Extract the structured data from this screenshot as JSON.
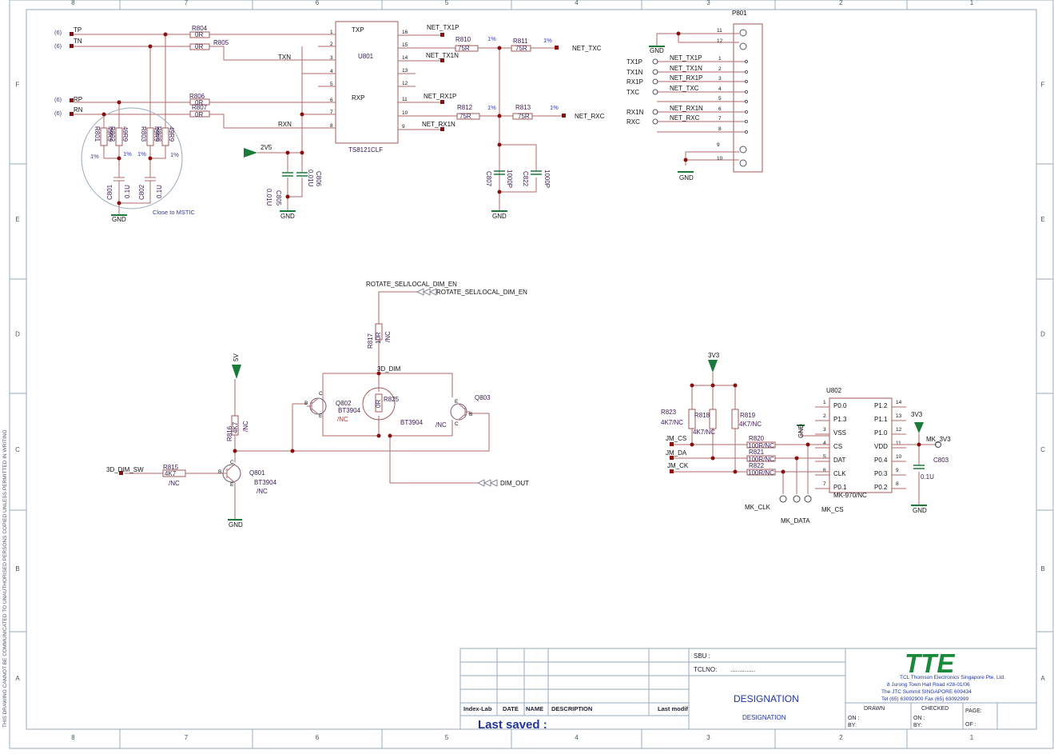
{
  "frame": {
    "col_labels": [
      "8",
      "7",
      "6",
      "5",
      "4",
      "3",
      "2",
      "1"
    ],
    "row_labels": [
      "F",
      "E",
      "D",
      "C",
      "B",
      "A"
    ],
    "side_text": "THIS DRAWING CANNOT BE COMMUNICATED TO UNAUTHORISED PERSONS COPIED UNLESS PERMITTED IN WRITING"
  },
  "u801": {
    "ref": "U801",
    "part": "TS8121CLF",
    "left_pins": [
      {
        "n": "1",
        "name": "TXP"
      },
      {
        "n": "2",
        "name": ""
      },
      {
        "n": "3",
        "name": ""
      },
      {
        "n": "4",
        "name": ""
      },
      {
        "n": "5",
        "name": ""
      },
      {
        "n": "6",
        "name": "RXP"
      },
      {
        "n": "7",
        "name": ""
      },
      {
        "n": "8",
        "name": ""
      }
    ],
    "right_pins": [
      "16",
      "15",
      "14",
      "13",
      "12",
      "11",
      "10",
      "9"
    ],
    "left_nets": {
      "tp": "TP",
      "tn": "TN",
      "rp": "RP",
      "rn": "RN",
      "txn": "TXN",
      "rxn": "RXN",
      "p6": "(6)"
    },
    "right_nets": {
      "tx1p": "NET_TX1P",
      "tx1n": "NET_TX1N",
      "rx1p": "NET_RX1P",
      "rx1n": "NET_RX1N",
      "txc": "NET_TXC",
      "rxc": "NET_RXC"
    },
    "resistors": {
      "r804": "R804",
      "r805": "R805",
      "r806": "R806",
      "r807": "R807",
      "zero": "0R",
      "r810": "R810",
      "r811": "R811",
      "r812": "R812",
      "r813": "R813",
      "r75": "75R",
      "one_pct": "1%",
      "r801": "R801",
      "r802": "R802",
      "r803": "R803",
      "r808": "R808",
      "r49": "49R9"
    },
    "caps": {
      "c801": "C801",
      "c802": "C802",
      "c805": "C805",
      "c806": "C806",
      "c807": "C807",
      "c822": "C822",
      "v01": "0.1U",
      "v001": "0.01U",
      "v1000": "1000P"
    },
    "power": {
      "v2v5": "2V5",
      "gnd": "GND"
    },
    "note": "Close to MSTIC"
  },
  "p801": {
    "ref": "P801",
    "top_pins": [
      "11",
      "12"
    ],
    "sig_pins": [
      {
        "n": "1",
        "port": "TX1P",
        "net": "NET_TX1P"
      },
      {
        "n": "2",
        "port": "TX1N",
        "net": "NET_TX1N"
      },
      {
        "n": "3",
        "port": "RX1P",
        "net": "NET_RX1P"
      },
      {
        "n": "4",
        "port": "TXC",
        "net": "NET_TXC"
      },
      {
        "n": "5",
        "port": "",
        "net": ""
      },
      {
        "n": "6",
        "port": "RX1N",
        "net": "NET_RX1N"
      },
      {
        "n": "7",
        "port": "RXC",
        "net": "NET_RXC"
      },
      {
        "n": "8",
        "port": "",
        "net": ""
      }
    ],
    "bot_pins": [
      "9",
      "10"
    ]
  },
  "dim": {
    "rotate_a": "ROTATE_SEL/LOCAL_DIM_EN",
    "rotate_b": "ROTATE_SEL/LOCAL_DIM_EN",
    "r817": "R817",
    "r817v": "10R",
    "nc": "/NC",
    "net3d": "3D_DIM",
    "q802": "Q802",
    "q803": "Q803",
    "q801": "Q801",
    "bt": "BT3904",
    "r825": "R825",
    "r825v": "0R",
    "v5": "5V",
    "r816": "R816",
    "r816v": "4K7",
    "sw": "3D_DIM_SW",
    "r815": "R815",
    "r815v": "4K7",
    "dimout": "DIM_OUT",
    "gnd": "GND",
    "b": "B",
    "c": "C",
    "e": "E"
  },
  "u802": {
    "ref": "U802",
    "part": "MK-970/NC",
    "left_pins": [
      {
        "n": "1",
        "name": "P0.0"
      },
      {
        "n": "2",
        "name": "P1.3"
      },
      {
        "n": "3",
        "name": "VSS"
      },
      {
        "n": "4",
        "name": "CS"
      },
      {
        "n": "5",
        "name": "DAT"
      },
      {
        "n": "6",
        "name": "CLK"
      },
      {
        "n": "7",
        "name": "P0.1"
      }
    ],
    "right_pins": [
      {
        "n": "14",
        "name": "P1.2"
      },
      {
        "n": "13",
        "name": "P1.1"
      },
      {
        "n": "12",
        "name": "P1.0"
      },
      {
        "n": "11",
        "name": "VDD"
      },
      {
        "n": "10",
        "name": "P0.4"
      },
      {
        "n": "9",
        "name": "P0.3"
      },
      {
        "n": "8",
        "name": "P0.2"
      }
    ],
    "v3v3": "3V3",
    "r823": "R823",
    "r818": "R818",
    "r819": "R819",
    "v4k7": "4K7/NC",
    "r820": "R820",
    "r821": "R821",
    "r822": "R822",
    "v100": "100R/NC",
    "jm_cs": "JM_CS",
    "jm_da": "JM_DA",
    "jm_ck": "JM_CK",
    "mk_clk": "MK_CLK",
    "mk_data": "MK_DATA",
    "mk_cs": "MK_CS",
    "mk_3v3": "MK_3V3",
    "c803": "C803",
    "c803v": "0.1U",
    "gnd": "GND"
  },
  "title_block": {
    "index_lab": "Index-Lab",
    "date": "DATE",
    "name": "NAME",
    "description": "DESCRIPTION",
    "last_modif": "Last modif",
    "last_saved": "Last saved :",
    "sbu": "SBU :",
    "tclno": "TCLNO:",
    "tclno_val": "..............",
    "designation": "DESIGNATION",
    "designation2": "DESIGNATION",
    "logo": "TTE",
    "company": "TCL Thomson Electronics Singapore Pte. Ltd.",
    "addr1": "8 Jurong Town Hall Road #28-01/06",
    "addr2": "The JTC Summit SINGAPORE 609434",
    "tel": "Tel (65) 63092900 Fax (65) 63092999",
    "drawn": "DRAWN",
    "checked": "CHECKED",
    "page": "PAGE:",
    "on": "ON :",
    "by": "BY:",
    "of": "OF :",
    "logo_color": "#1a8a3a"
  }
}
